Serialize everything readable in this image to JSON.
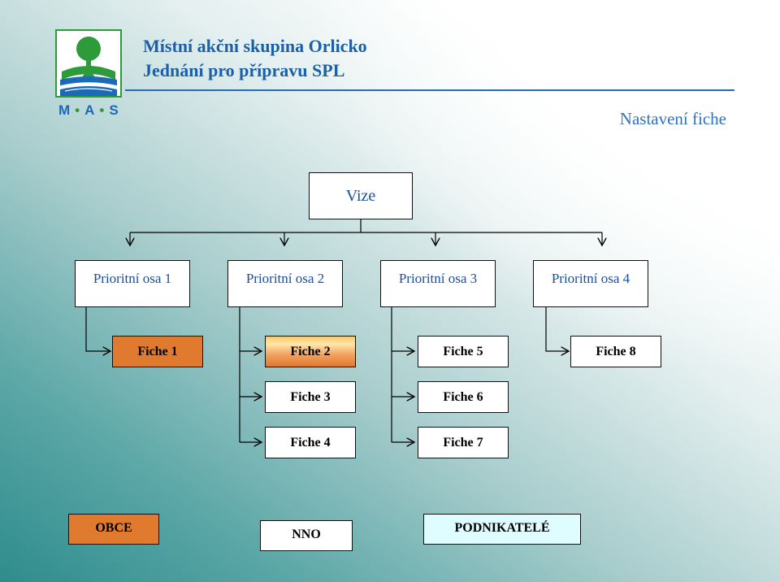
{
  "header": {
    "title_line1": "Místní akční skupina Orlicko",
    "title_line2": "Jednání pro přípravu SPL",
    "subtitle": "Nastavení fiche"
  },
  "logo": {
    "text_m": "M",
    "text_a": "A",
    "text_s": "S",
    "dot": "•",
    "colors": {
      "green": "#2d9b3a",
      "blue": "#1a6ab8"
    }
  },
  "diagram": {
    "root": "Vize",
    "axes": [
      {
        "label": "Prioritní osa 1",
        "fiches": [
          "Fiche 1"
        ]
      },
      {
        "label": "Prioritní osa 2",
        "fiches": [
          "Fiche 2",
          "Fiche 3",
          "Fiche 4"
        ]
      },
      {
        "label": "Prioritní osa 3",
        "fiches": [
          "Fiche 5",
          "Fiche 6",
          "Fiche 7"
        ]
      },
      {
        "label": "Prioritní osa 4",
        "fiches": [
          "Fiche 8"
        ]
      }
    ]
  },
  "legend": [
    {
      "label": "OBCE",
      "color": "#e07a2e"
    },
    {
      "label": "NNO",
      "color": "#ffffff"
    },
    {
      "label": "PODNIKATELÉ",
      "color": "#dffcff"
    }
  ]
}
